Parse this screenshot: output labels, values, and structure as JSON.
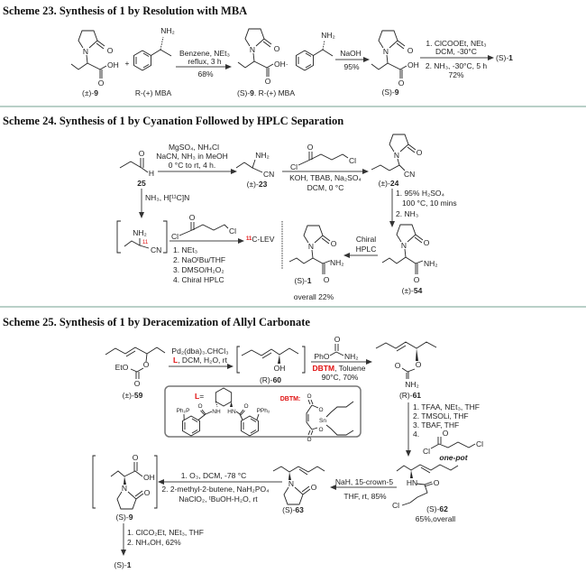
{
  "colors": {
    "highlight": "#e01010",
    "divider": "#8fb5a8",
    "box_border": "#777777"
  },
  "atoms": {
    "N": "N",
    "O": "O",
    "OH": "OH",
    "OH_dot": "OH·",
    "NH2": "NH₂",
    "CN": "CN",
    "Cl": "Cl",
    "H": "H",
    "HN": "HN",
    "NH": "NH",
    "EtO": "EtO",
    "PhO": "PhO",
    "Ph2P": "Ph₂P",
    "PPh2": "PPh₂",
    "Sn": "Sn",
    "eleven": "11"
  },
  "s23": {
    "title": "Scheme 23. Synthesis of 1 by Resolution with MBA",
    "plus": "+",
    "rac9": {
      "pre": "(±)-",
      "num": "9"
    },
    "mba": "R-(+) MBA",
    "s9salt": {
      "pre": "(S)-",
      "num": "9",
      "post": ". R-(+) MBA"
    },
    "s9": {
      "pre": "(S)-",
      "num": "9"
    },
    "s1": {
      "pre": "(S)-",
      "num": "1"
    },
    "step1": [
      "Benzene, NEt₃",
      "reflux, 3 h",
      "68%"
    ],
    "step2": [
      "NaOH",
      "95%"
    ],
    "step3": [
      "1. ClCOOEt, NEt₃",
      "DCM, -30°C",
      "2. NH₃, -30°C, 5 h",
      "72%"
    ]
  },
  "s24": {
    "title": "Scheme 24. Synthesis of 1 by Cyanation Followed by HPLC Separation",
    "c25": "25",
    "rac23": {
      "pre": "(±)-",
      "num": "23"
    },
    "rac24": {
      "pre": "(±)-",
      "num": "24"
    },
    "rac54": {
      "pre": "(±)-",
      "num": "54"
    },
    "s1": {
      "pre": "(S)-",
      "num": "1"
    },
    "overall": "overall 22%",
    "lev": {
      "iso": "11",
      "rest": "C-LEV"
    },
    "step1": [
      "MgSO₄, NH₄Cl",
      "NaCN, NH₃ in MeOH",
      "0 °C to rt, 4 h."
    ],
    "step2": [
      "KOH, TBAB, Na₂SO₄",
      "DCM, 0 °C"
    ],
    "step3": [
      "1. 95% H₂SO₄",
      "100 °C, 10 mins",
      "2. NH₃"
    ],
    "step4": [
      "Chiral",
      "HPLC"
    ],
    "step5": "NH₃, H[¹¹C]N",
    "step6": [
      "1. NEt₃",
      "2. NaOᵗBu/THF",
      "3. DMSO/H₂O₂",
      "4. Chiral HPLC"
    ]
  },
  "s25": {
    "title": "Scheme 25. Synthesis of 1 by Deracemization of Allyl Carbonate",
    "rac59": {
      "pre": "(±)-",
      "num": "59"
    },
    "r60": {
      "pre": "(R)-",
      "num": "60"
    },
    "r61": {
      "pre": "(R)-",
      "num": "61"
    },
    "s62": {
      "pre": "(S)-",
      "num": "62"
    },
    "s63": {
      "pre": "(S)-",
      "num": "63"
    },
    "s9": {
      "pre": "(S)-",
      "num": "9"
    },
    "s1": {
      "pre": "(S)-",
      "num": "1"
    },
    "yield62": "65%,overall",
    "step1": {
      "line1": "Pd₂(dba)₃.CHCl₃",
      "ligand": "L",
      "line2": ", DCM, H₂O, rt"
    },
    "step2": {
      "catalyst": "DBTM",
      "line1": ", Toluene",
      "line2": "90°C, 70%"
    },
    "step3": [
      "1. TFAA, NEt₃, THF",
      "2. TMSOLi, THF",
      "3. TBAF, THF",
      "4."
    ],
    "one_pot": "one-pot",
    "step4": [
      "NaH, 15-crown-5",
      "THF, rt, 85%"
    ],
    "step5": [
      "1. O₃, DCM, -78 °C",
      "2. 2-methyl-2-butene, NaH₂PO₄",
      "NaClO₂, ᵗBuOH-H₂O, rt"
    ],
    "step6": [
      "1. ClCO₂Et, NEt₃, THF",
      "2. NH₄OH, 62%"
    ],
    "box": {
      "ligand_label": "L",
      "equals": "=",
      "dbtm_label": "DBTM:"
    }
  }
}
